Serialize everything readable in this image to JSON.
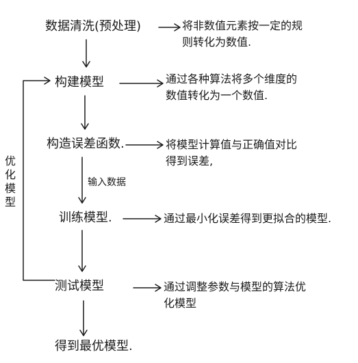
{
  "steps": {
    "s1": "数据清洗(预处理)",
    "s2": "构建模型",
    "s3": "构造误差函数.",
    "s4": "训练模型.",
    "s5": "测试模型",
    "s6": "得到最优模型."
  },
  "descriptions": {
    "d1_line1": "将非数值元素按一定的规",
    "d1_line2": "则转化为数值.",
    "d2_line1": "通过各种算法将多个维度的",
    "d2_line2": "数值转化为一个数值.",
    "d3_line1": "将模型计算值与正确值对比",
    "d3_line2": "得到误差,",
    "d4_line1": "通过最小化误差得到更拟合的模型.",
    "d5_line1": "通过调整参数与模型的算法优",
    "d5_line2": "化模型"
  },
  "annotations": {
    "input_data": "输入数据",
    "optimize_loop": "优化模型"
  }
}
